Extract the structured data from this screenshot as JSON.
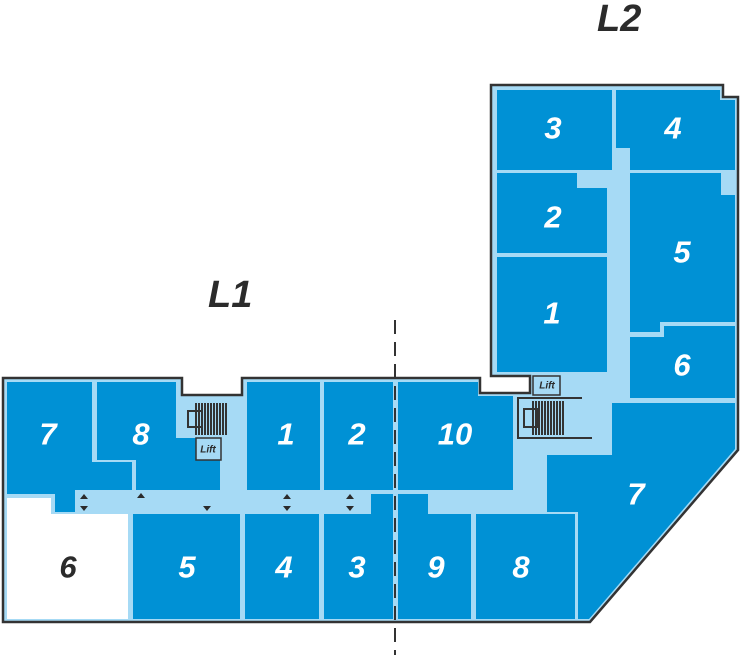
{
  "levels": {
    "l1": "L1",
    "l2": "L2"
  },
  "lift_label": "Lift",
  "colors": {
    "unit": "#0091d5",
    "corridor": "#a6daf5",
    "vacant": "#ffffff",
    "outline": "#333333"
  },
  "l1_units": [
    "7",
    "8",
    "1",
    "2",
    "6",
    "5",
    "4",
    "3"
  ],
  "l2_units": [
    "3",
    "4",
    "2",
    "5",
    "1",
    "6",
    "10",
    "7",
    "9",
    "8"
  ]
}
